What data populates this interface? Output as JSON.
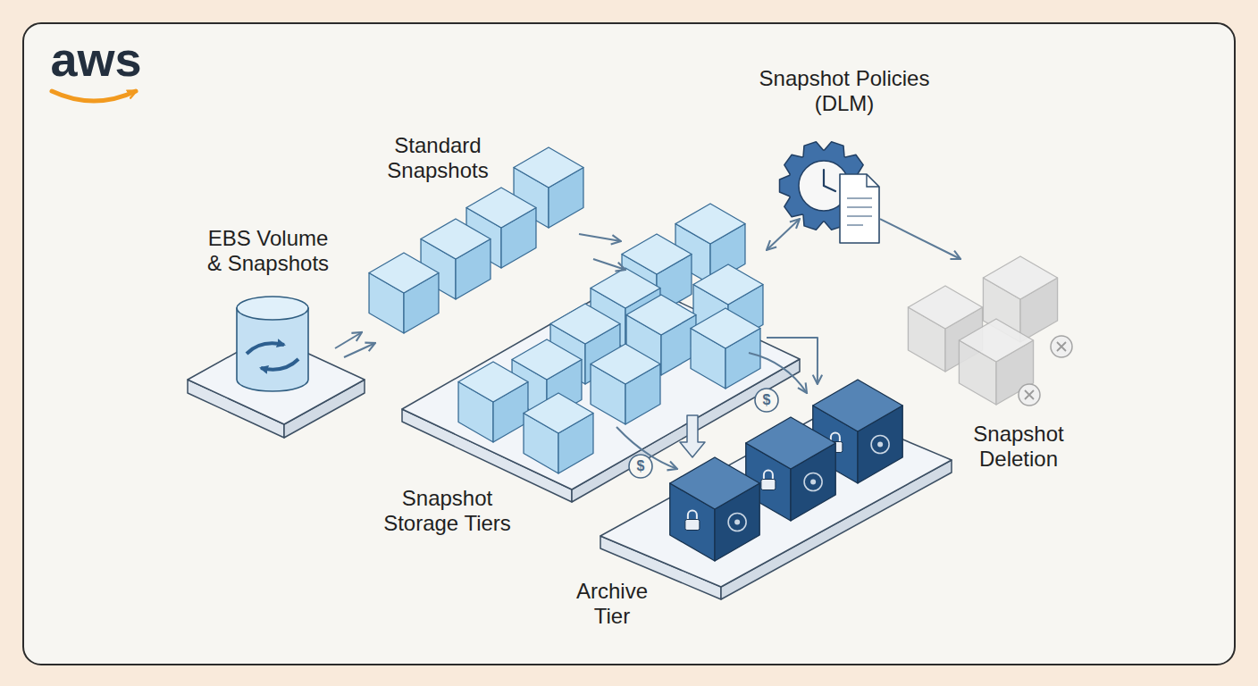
{
  "diagram": {
    "nodes": [
      {
        "text": [
          "EBS Volume & Snapshots"
        ]
      },
      {
        "text": [
          "Standard Snapshots"
        ]
      },
      {
        "text": [
          "Snapshot Policies (DLM)"
        ]
      },
      {
        "text": [
          "Snapshot Storage Tiers"
        ]
      },
      {
        "text": [
          "Archive Tier"
        ]
      },
      {
        "text": [
          "Snapshot Deletion"
        ]
      }
    ],
    "edges": [
      {
        "from": 0,
        "to": 1,
        "arrow": "to"
      },
      {
        "from": 1,
        "to": 3,
        "arrow": "to"
      },
      {
        "from": 2,
        "to": 3,
        "arrow": "both"
      },
      {
        "from": 2,
        "to": 5,
        "arrow": "to"
      },
      {
        "from": 3,
        "to": 4,
        "arrow": "to"
      }
    ],
    "labels": [
      "aws",
      "$",
      "$"
    ]
  }
}
